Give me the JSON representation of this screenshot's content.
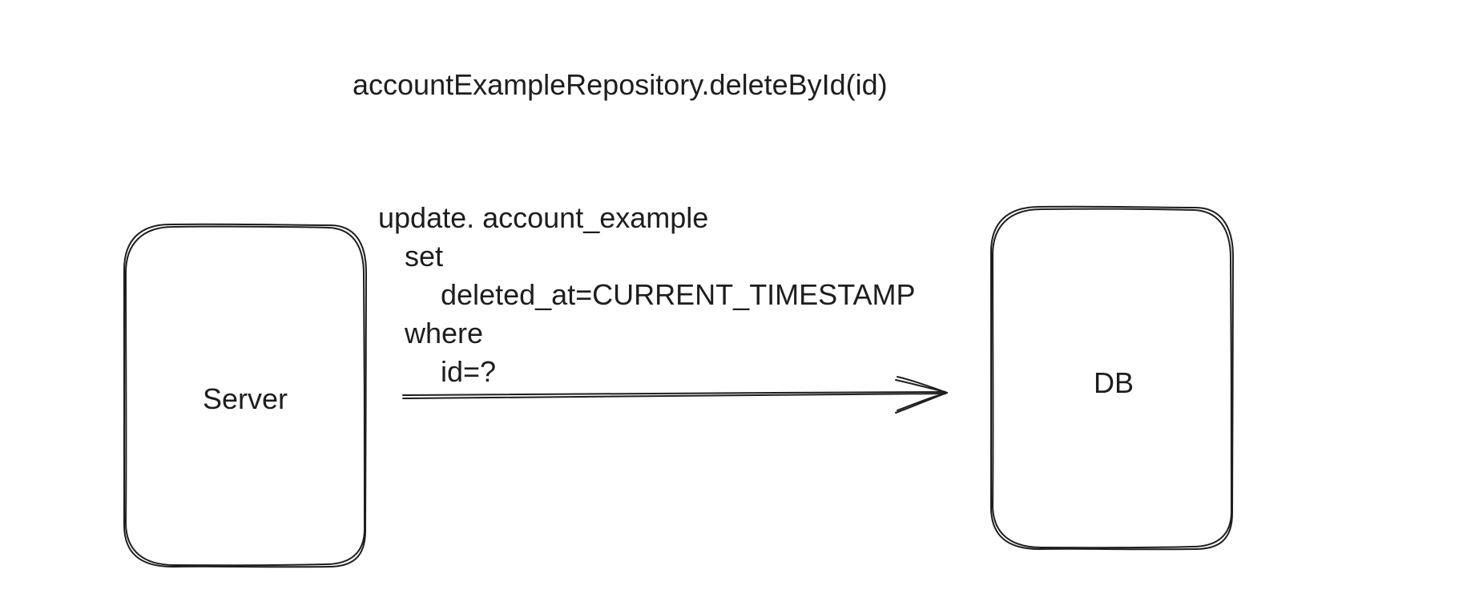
{
  "diagram": {
    "title": "accountExampleRepository.deleteById(id)",
    "nodes": {
      "server": {
        "label": "Server"
      },
      "db": {
        "label": "DB"
      }
    },
    "edge": {
      "from": "Server",
      "to": "DB",
      "sql_lines": [
        "update. account_example",
        "set",
        "deleted_at=CURRENT_TIMESTAMP",
        "where",
        "id=?"
      ]
    },
    "stroke_color": "#1e1e1e",
    "background_color": "#ffffff"
  }
}
